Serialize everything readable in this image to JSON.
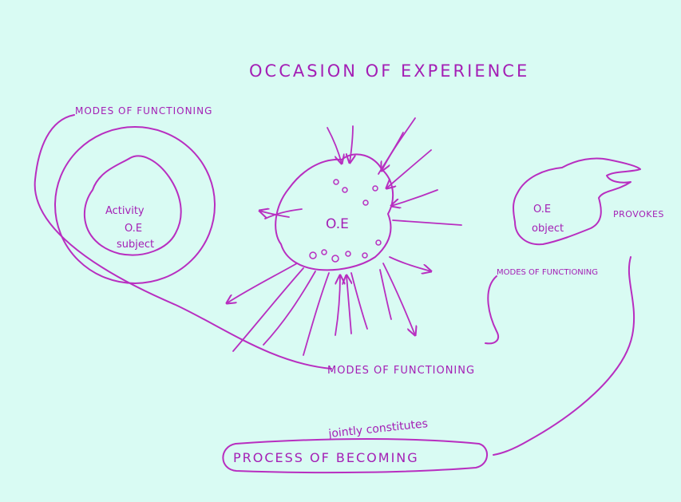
{
  "title": "OCCASION OF EXPERIENCE",
  "subject": {
    "modes_label": "MODES OF FUNCTIONING",
    "activity": "Activity",
    "oe": "O.E",
    "role": "subject"
  },
  "center": {
    "oe": "O.E",
    "modes_label": "MODES OF FUNCTIONING"
  },
  "object": {
    "oe": "O.E",
    "role": "object",
    "provokes": "PROVOKES",
    "modes_label": "MODES OF FUNCTIONING"
  },
  "bottom": {
    "jointly": "jointly constitutes",
    "process": "PROCESS OF BECOMING"
  },
  "colors": {
    "ink": "#b82ec0",
    "paper": "#d9fbf3"
  }
}
